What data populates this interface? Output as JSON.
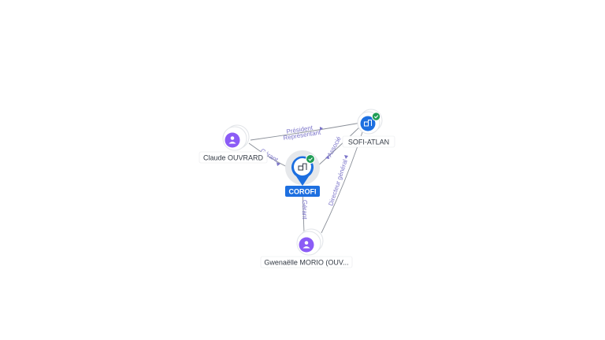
{
  "graph": {
    "nodes": [
      {
        "id": "corofi",
        "label": "COROFI",
        "type": "company",
        "verified": true,
        "central": true
      },
      {
        "id": "sofi",
        "label": "SOFI-ATLAN",
        "type": "company",
        "verified": true
      },
      {
        "id": "claude",
        "label": "Claude OUVRARD",
        "type": "person"
      },
      {
        "id": "gwen",
        "label": "Gwenaëlle MORIO (OUV...",
        "type": "person"
      }
    ],
    "edges": [
      {
        "from": "claude",
        "to": "sofi",
        "labels": [
          "Président",
          "Représentant"
        ]
      },
      {
        "from": "claude",
        "to": "corofi",
        "labels": [
          "Gérant"
        ]
      },
      {
        "from": "sofi",
        "to": "corofi",
        "labels": [
          "Associé"
        ]
      },
      {
        "from": "gwen",
        "to": "corofi",
        "labels": [
          "Gérant"
        ]
      },
      {
        "from": "gwen",
        "to": "sofi",
        "labels": [
          "Directeur général"
        ]
      }
    ],
    "colors": {
      "person": "#8b5cf6",
      "company": "#1d6fe0",
      "verified": "#1f9d55",
      "edge": "#8a8f98",
      "edge_label": "#7b74c9"
    }
  }
}
